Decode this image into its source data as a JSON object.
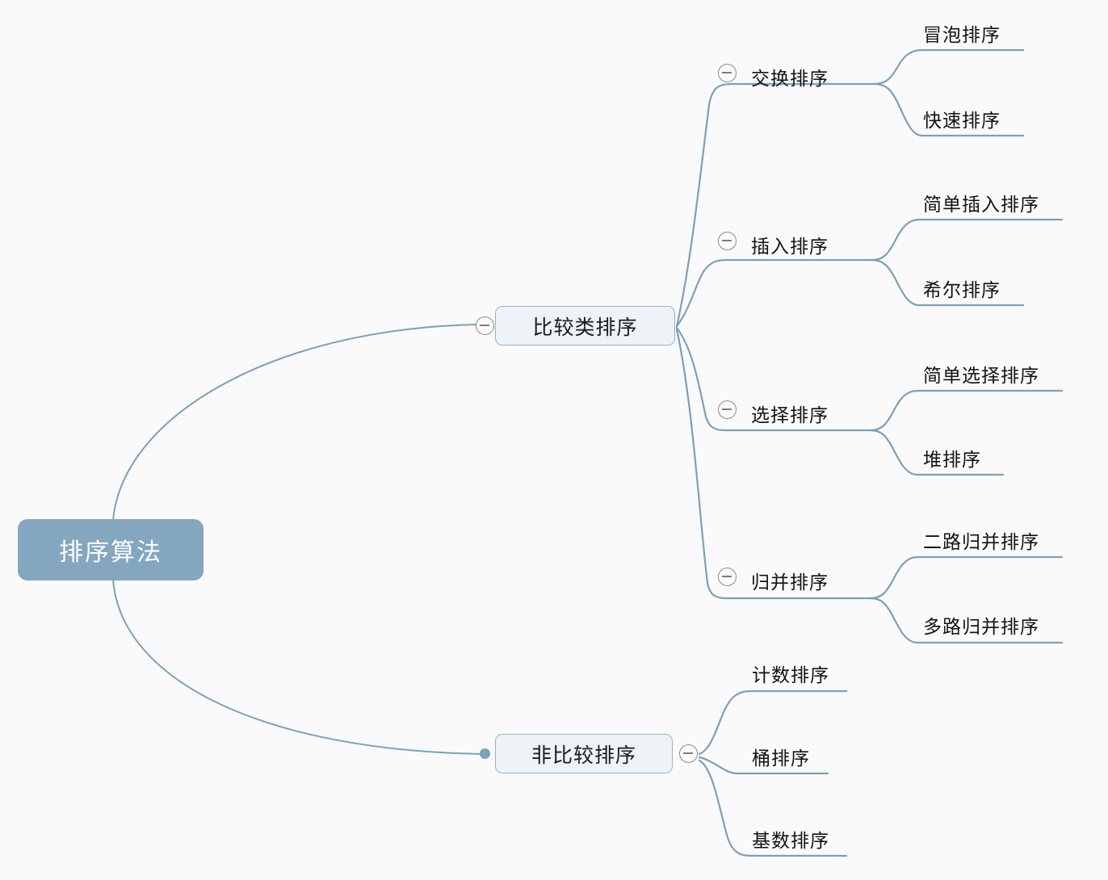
{
  "diagram": {
    "type": "mindmap",
    "title": "排序算法",
    "background_color": "#fafafa",
    "line_color": "#7f9fba",
    "root_fill": "#84a6bf",
    "root_text_color": "#ffffff",
    "branch_fill": "#eef3f8",
    "branch_border": "#93b3cc",
    "text_color": "#131313",
    "toggle_icon": "collapse-minus-icon"
  },
  "root": {
    "label": "排序算法"
  },
  "branches": [
    {
      "id": "compare",
      "label": "比较类排序",
      "toggle": "minus",
      "children": [
        {
          "id": "exchange",
          "label": "交换排序",
          "toggle": "minus",
          "children": [
            {
              "id": "bubble",
              "label": "冒泡排序"
            },
            {
              "id": "quick",
              "label": "快速排序"
            }
          ]
        },
        {
          "id": "insert",
          "label": "插入排序",
          "toggle": "minus",
          "children": [
            {
              "id": "simple-insert",
              "label": "简单插入排序"
            },
            {
              "id": "shell",
              "label": "希尔排序"
            }
          ]
        },
        {
          "id": "select",
          "label": "选择排序",
          "toggle": "minus",
          "children": [
            {
              "id": "simple-select",
              "label": "简单选择排序"
            },
            {
              "id": "heap",
              "label": "堆排序"
            }
          ]
        },
        {
          "id": "merge",
          "label": "归并排序",
          "toggle": "minus",
          "children": [
            {
              "id": "two-way-merge",
              "label": "二路归并排序"
            },
            {
              "id": "multi-way-merge",
              "label": "多路归并排序"
            }
          ]
        }
      ]
    },
    {
      "id": "noncompare",
      "label": "非比较排序",
      "toggle": "minus",
      "children": [
        {
          "id": "counting",
          "label": "计数排序"
        },
        {
          "id": "bucket",
          "label": "桶排序"
        },
        {
          "id": "radix",
          "label": "基数排序"
        }
      ]
    }
  ]
}
